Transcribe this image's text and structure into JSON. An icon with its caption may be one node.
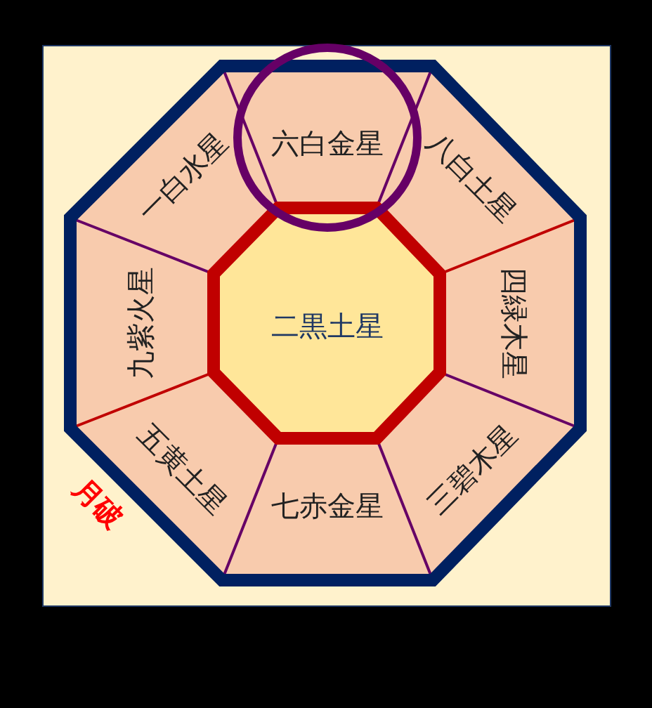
{
  "diagram": {
    "nodes": [
      {
        "text": [
          "六白金星"
        ]
      },
      {
        "text": [
          "八白土星"
        ]
      },
      {
        "text": [
          "四緑木星"
        ]
      },
      {
        "text": [
          "三碧木星"
        ]
      },
      {
        "text": [
          "七赤金星"
        ]
      },
      {
        "text": [
          "五黄土星"
        ]
      },
      {
        "text": [
          "九紫火星"
        ]
      },
      {
        "text": [
          "一白水星"
        ]
      },
      {
        "text": [
          "二黒土星"
        ]
      }
    ],
    "labels": [
      "月破"
    ]
  }
}
